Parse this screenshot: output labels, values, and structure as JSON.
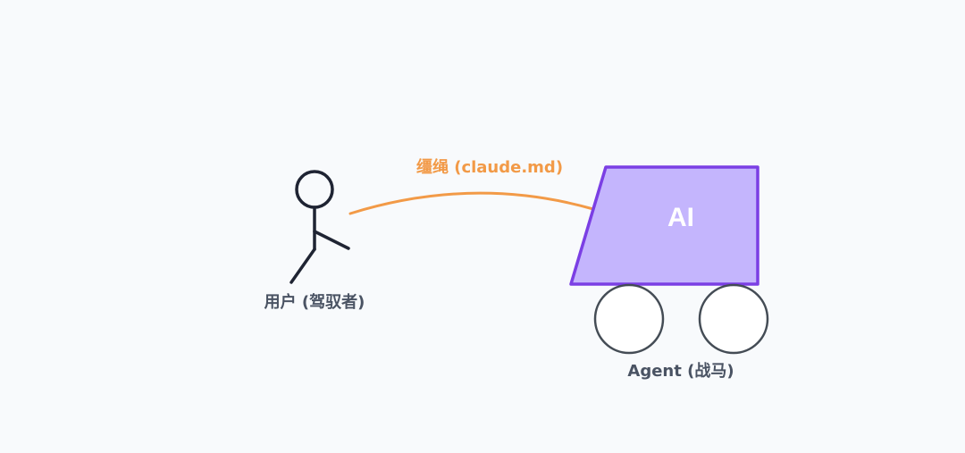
{
  "user": {
    "label": "用户 (驾驭者)"
  },
  "rope": {
    "label": "缰绳 (claude.md)",
    "color": "#f29a47"
  },
  "agent": {
    "body_text": "AI",
    "label": "Agent (战马)",
    "fill": "#c4b5fd",
    "stroke": "#7b3fe4"
  }
}
